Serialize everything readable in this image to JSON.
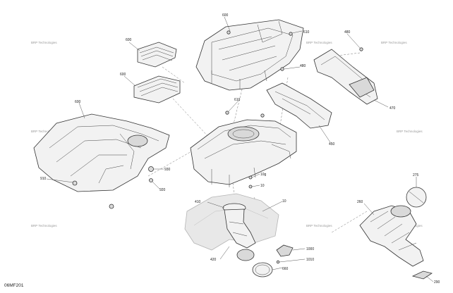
{
  "figure": {
    "document_id": "06MF201",
    "watermark_text": "BRP Technologies"
  },
  "callouts": {
    "c600a": "600",
    "c610a": "610",
    "c480a": "480",
    "c600b": "600",
    "c600c": "600",
    "c480b": "480",
    "c470": "470",
    "c450": "450",
    "c610b": "610",
    "c600d": "600",
    "c910": "910",
    "c930": "930",
    "c920": "920",
    "c10g": "10g",
    "c10a": "10",
    "c410": "410",
    "c10b": "10",
    "c420": "420",
    "c1000": "1000",
    "c1010": "1010",
    "c660": "660",
    "c275": "275",
    "c260": "260",
    "c290": "290"
  }
}
